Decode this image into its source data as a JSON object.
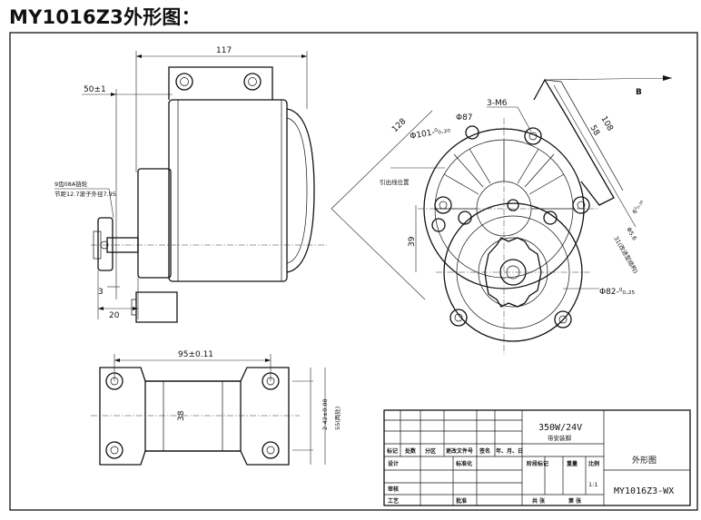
{
  "heading": "MY1016Z3外形图：",
  "side_view": {
    "dim_overall_length": "117",
    "dim_shaft_offset": "50±1",
    "sprocket_note_line1": "9齿08A链轮",
    "sprocket_note_line2": "节距12.7滚子外径7.95",
    "dim_sprocket_width": "3",
    "dim_shaft_extension": "20"
  },
  "front_view": {
    "dim_diag_128": "128",
    "dim_bolt_circle": "Φ101-⁰₀.₂₀",
    "dim_pilot_87": "Φ87",
    "thread_spec": "3-M6",
    "wire_exit_label": "引出线位置",
    "dim_108": "108",
    "dim_58": "58",
    "view_label_B": "B",
    "dim_39": "39",
    "dim_hub": "Φ82-⁰₀.₂₅",
    "dim_slot_width": "6⁰₀.₃₀",
    "dim_hole_dia": "Φ5.6",
    "dim_base_31": "31(改进型结构)"
  },
  "bottom_view": {
    "dim_hole_spacing": "95±0.11",
    "dim_body_38": "38",
    "dim_slots": "2-42±0.08",
    "dim_55": "55(两处)"
  },
  "title_block": {
    "product_spec": "350W/24V",
    "product_subtitle": "带安装脚",
    "drawing_name": "外形图",
    "drawing_number": "MY1016Z3-WX",
    "scale": "1:1",
    "col_mark": "标记",
    "col_qty": "处数",
    "col_zone": "分区",
    "col_change_doc": "更改文件号",
    "col_sign": "签名",
    "col_date": "年、月、日",
    "row_design": "设计",
    "row_standard": "标准化",
    "row_review": "审核",
    "row_process": "工艺",
    "row_approve": "批准",
    "stage_mark": "阶段标记",
    "weight": "重量",
    "ratio": "比例",
    "total_sheets": "共 张",
    "sheet_no": "第 张"
  }
}
